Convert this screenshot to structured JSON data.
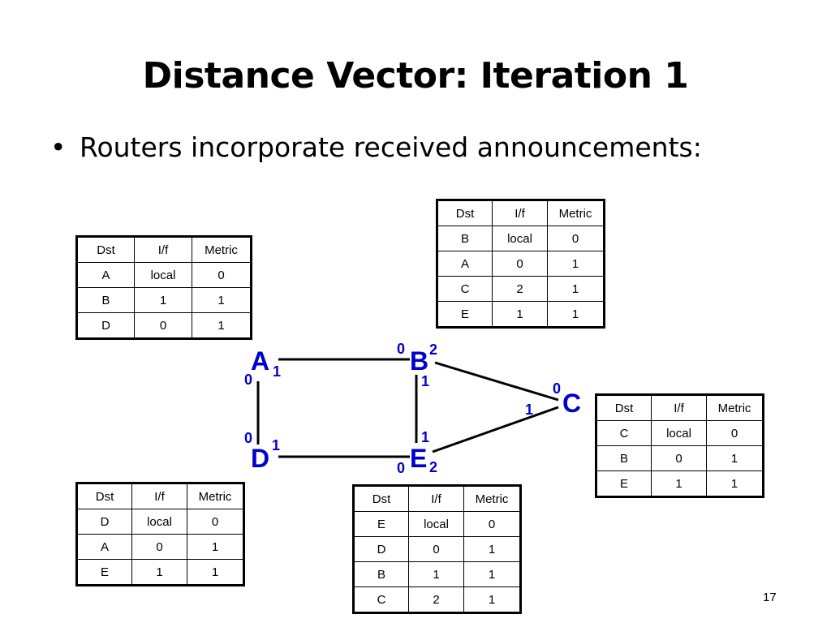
{
  "slide": {
    "title": "Distance Vector: Iteration 1",
    "bullet": "Routers incorporate received announcements:",
    "page_number": "17"
  },
  "table_header": {
    "dst": "Dst",
    "if": "I/f",
    "metric": "Metric"
  },
  "tables": {
    "A": [
      [
        "A",
        "local",
        "0"
      ],
      [
        "B",
        "1",
        "1"
      ],
      [
        "D",
        "0",
        "1"
      ]
    ],
    "B": [
      [
        "B",
        "local",
        "0"
      ],
      [
        "A",
        "0",
        "1"
      ],
      [
        "C",
        "2",
        "1"
      ],
      [
        "E",
        "1",
        "1"
      ]
    ],
    "C": [
      [
        "C",
        "local",
        "0"
      ],
      [
        "B",
        "0",
        "1"
      ],
      [
        "E",
        "1",
        "1"
      ]
    ],
    "D": [
      [
        "D",
        "local",
        "0"
      ],
      [
        "A",
        "0",
        "1"
      ],
      [
        "E",
        "1",
        "1"
      ]
    ],
    "E": [
      [
        "E",
        "local",
        "0"
      ],
      [
        "D",
        "0",
        "1"
      ],
      [
        "B",
        "1",
        "1"
      ],
      [
        "C",
        "2",
        "1"
      ]
    ]
  },
  "network": {
    "nodes": {
      "A": "A",
      "B": "B",
      "C": "C",
      "D": "D",
      "E": "E"
    },
    "interfaces": {
      "A0": "0",
      "A1": "1",
      "B0": "0",
      "B1": "1",
      "B2": "2",
      "C0": "0",
      "C1": "1",
      "D0": "0",
      "D1": "1",
      "E0": "0",
      "E1": "1",
      "E2": "2"
    },
    "colors": {
      "label": "#0000cc",
      "link": "#000000"
    }
  }
}
